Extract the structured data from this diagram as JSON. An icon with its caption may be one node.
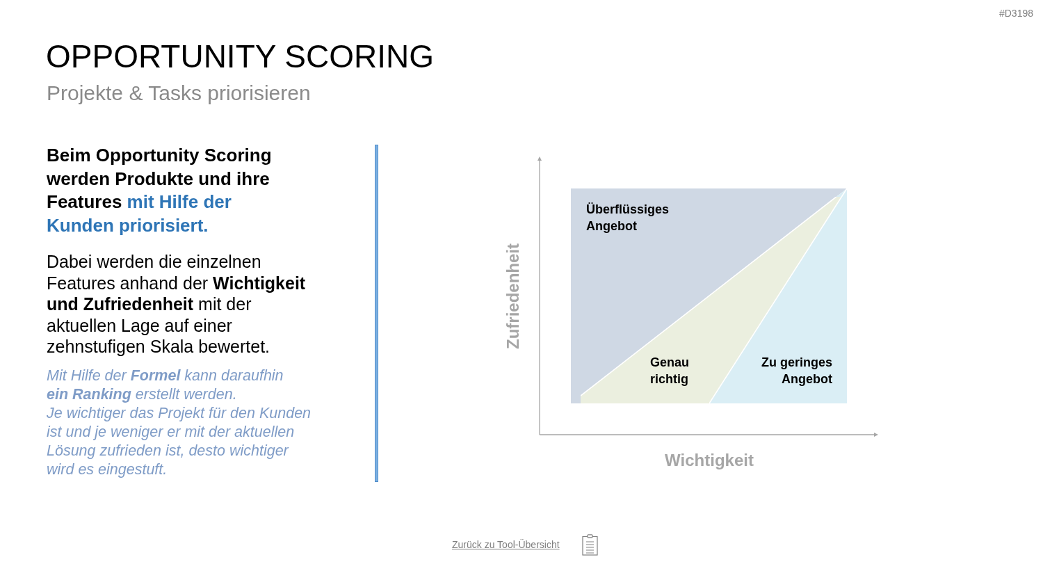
{
  "diagram": {
    "title": "OPPORTUNITY SCORING",
    "nodes": [
      {
        "text": [
          "Überflüssiges Angebot"
        ]
      },
      {
        "text": [
          "Genau richtig"
        ]
      },
      {
        "text": [
          "Zu geringes Angebot"
        ]
      }
    ],
    "labels": [
      "#D3198",
      "Projekte & Tasks priorisieren",
      "Beim Opportunity Scoring werden Produkte und ihre Features **mit Hilfe der Kunden priorisiert.**",
      "Dabei werden die einzelnen Features anhand der **Wichtigkeit und Zufriedenheit** mit der aktuellen Lage auf einer zehnstufigen Skala bewertet.",
      "Mit Hilfe der **Formel** kann daraufhin **ein Ranking** erstellt werden.",
      "Je wichtiger das Projekt für den Kunden ist und je weniger er mit der aktuellen Lösung zufrieden ist, desto wichtiger wird es eingestuft.",
      "Zufriedenheit",
      "Wichtigkeit",
      "Zurück zu Tool-Übersicht"
    ]
  }
}
